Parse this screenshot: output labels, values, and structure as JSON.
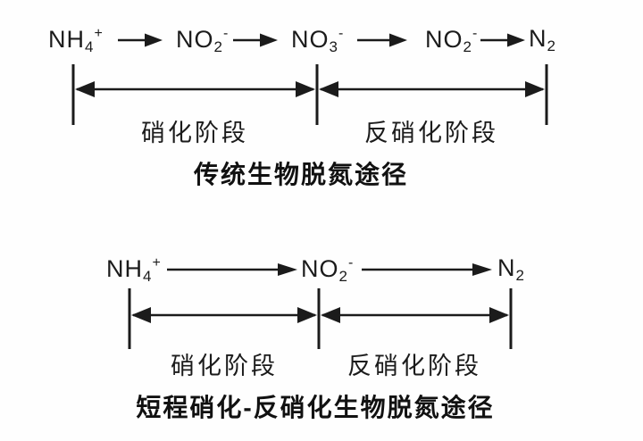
{
  "figure": {
    "description_colors": {
      "ink": "#1b1b1b",
      "background": "#ffffff"
    }
  },
  "icons": {
    "reaction_arrow": "right-arrow",
    "span_arrow": "double-headed-arrow",
    "stage_tick": "vertical-tick"
  },
  "diagrams": {
    "traditional": {
      "title": "传统生物脱氮途径",
      "species": {
        "nh4": {
          "base": "NH",
          "sub": "4",
          "sup": "+"
        },
        "no2a": {
          "base": "NO",
          "sub": "2",
          "sup": "-"
        },
        "no3": {
          "base": "NO",
          "sub": "3",
          "sup": "-"
        },
        "no2b": {
          "base": "NO",
          "sub": "2",
          "sup": "-"
        },
        "n2": {
          "base": "N",
          "sub": "2",
          "sup": ""
        }
      },
      "stages": {
        "nitrification": "硝化阶段",
        "denitrification": "反硝化阶段"
      }
    },
    "shortcut": {
      "title": "短程硝化-反硝化生物脱氮途径",
      "species": {
        "nh4": {
          "base": "NH",
          "sub": "4",
          "sup": "+"
        },
        "no2": {
          "base": "NO",
          "sub": "2",
          "sup": "-"
        },
        "n2": {
          "base": "N",
          "sub": "2",
          "sup": ""
        }
      },
      "stages": {
        "nitrification": "硝化阶段",
        "denitrification": "反硝化阶段"
      }
    }
  }
}
